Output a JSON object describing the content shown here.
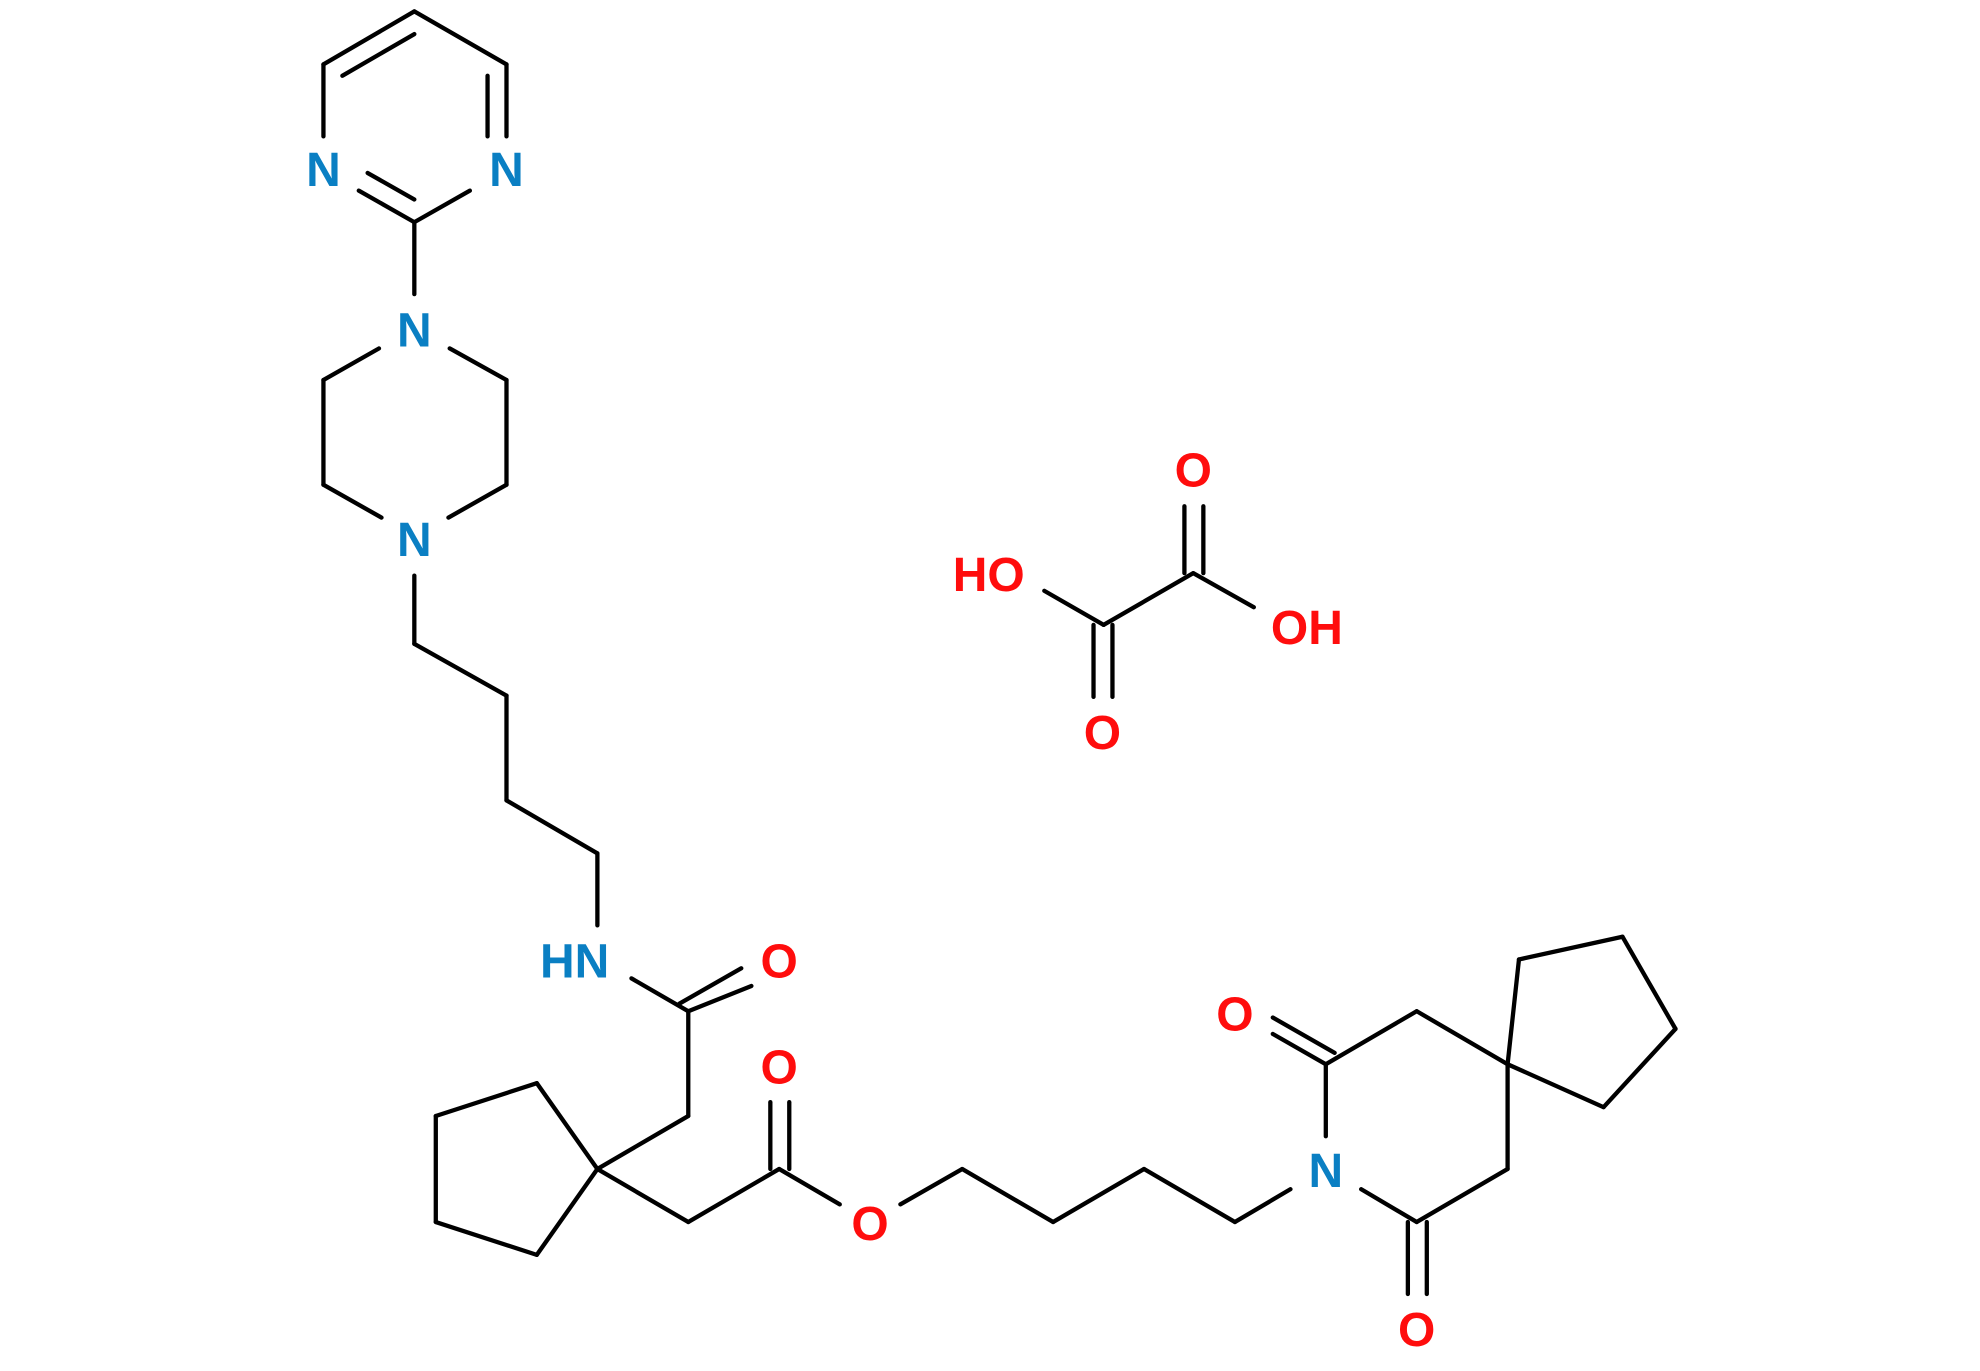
{
  "title": "Buspirone impurity oxalate salt structure",
  "colors": {
    "nitrogen": "#0a7fc3",
    "oxygen": "#ff0d0d",
    "bond": "#000000"
  },
  "atoms": {
    "pyrimidine_n1": "N",
    "pyrimidine_n3": "N",
    "piperazine_n1": "N",
    "piperazine_n4": "N",
    "amide_nh": "HN",
    "amide_o": "O",
    "ester_carbonyl_o": "O",
    "ester_o": "O",
    "imide_n": "N",
    "imide_o1": "O",
    "imide_o2": "O",
    "oxalic_ho": "HO",
    "oxalic_o_top": "O",
    "oxalic_o_bottom": "O",
    "oxalic_oh": "OH"
  }
}
